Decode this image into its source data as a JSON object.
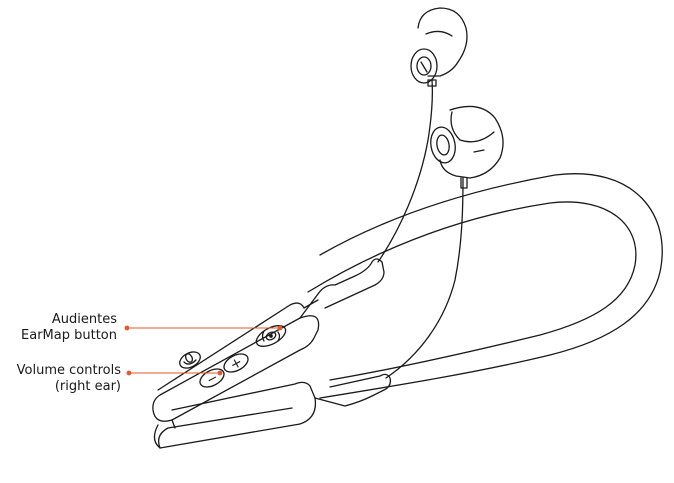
{
  "callouts": {
    "earmap": {
      "line1": "Audientes",
      "line2": "EarMap button"
    },
    "volume": {
      "line1": "Volume controls",
      "line2": "(right ear)"
    }
  },
  "button_glyphs": {
    "minus": "−",
    "plus": "+"
  },
  "colors": {
    "outline": "#1a1a1a",
    "callout": "#e4582b",
    "background": "#ffffff"
  },
  "icons": [
    "earphone-icon",
    "microphone-icon",
    "earmap-button-icon"
  ]
}
